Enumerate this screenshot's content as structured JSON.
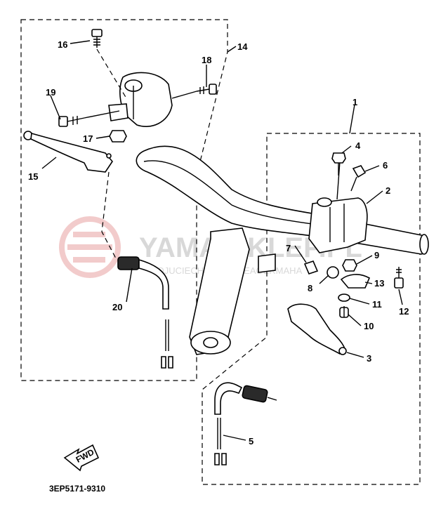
{
  "diagram": {
    "drawing_code": "3EP5171-9310",
    "fwd_label": "FWD",
    "watermark": {
      "title": "YAMA-SKLEP.PL",
      "subtitle": "SOJUCIECHOWICK REAGERMAHA"
    },
    "callouts": [
      {
        "id": "c1",
        "text": "1"
      },
      {
        "id": "c2",
        "text": "2"
      },
      {
        "id": "c3",
        "text": "3"
      },
      {
        "id": "c4",
        "text": "4"
      },
      {
        "id": "c5",
        "text": "5"
      },
      {
        "id": "c6",
        "text": "6"
      },
      {
        "id": "c7",
        "text": "7"
      },
      {
        "id": "c8",
        "text": "8"
      },
      {
        "id": "c9",
        "text": "9"
      },
      {
        "id": "c10",
        "text": "10"
      },
      {
        "id": "c11",
        "text": "11"
      },
      {
        "id": "c12",
        "text": "12"
      },
      {
        "id": "c13",
        "text": "13"
      },
      {
        "id": "c14",
        "text": "14"
      },
      {
        "id": "c15",
        "text": "15"
      },
      {
        "id": "c16",
        "text": "16"
      },
      {
        "id": "c17",
        "text": "17"
      },
      {
        "id": "c18",
        "text": "18"
      },
      {
        "id": "c19",
        "text": "19"
      },
      {
        "id": "c20",
        "text": "20"
      }
    ]
  }
}
